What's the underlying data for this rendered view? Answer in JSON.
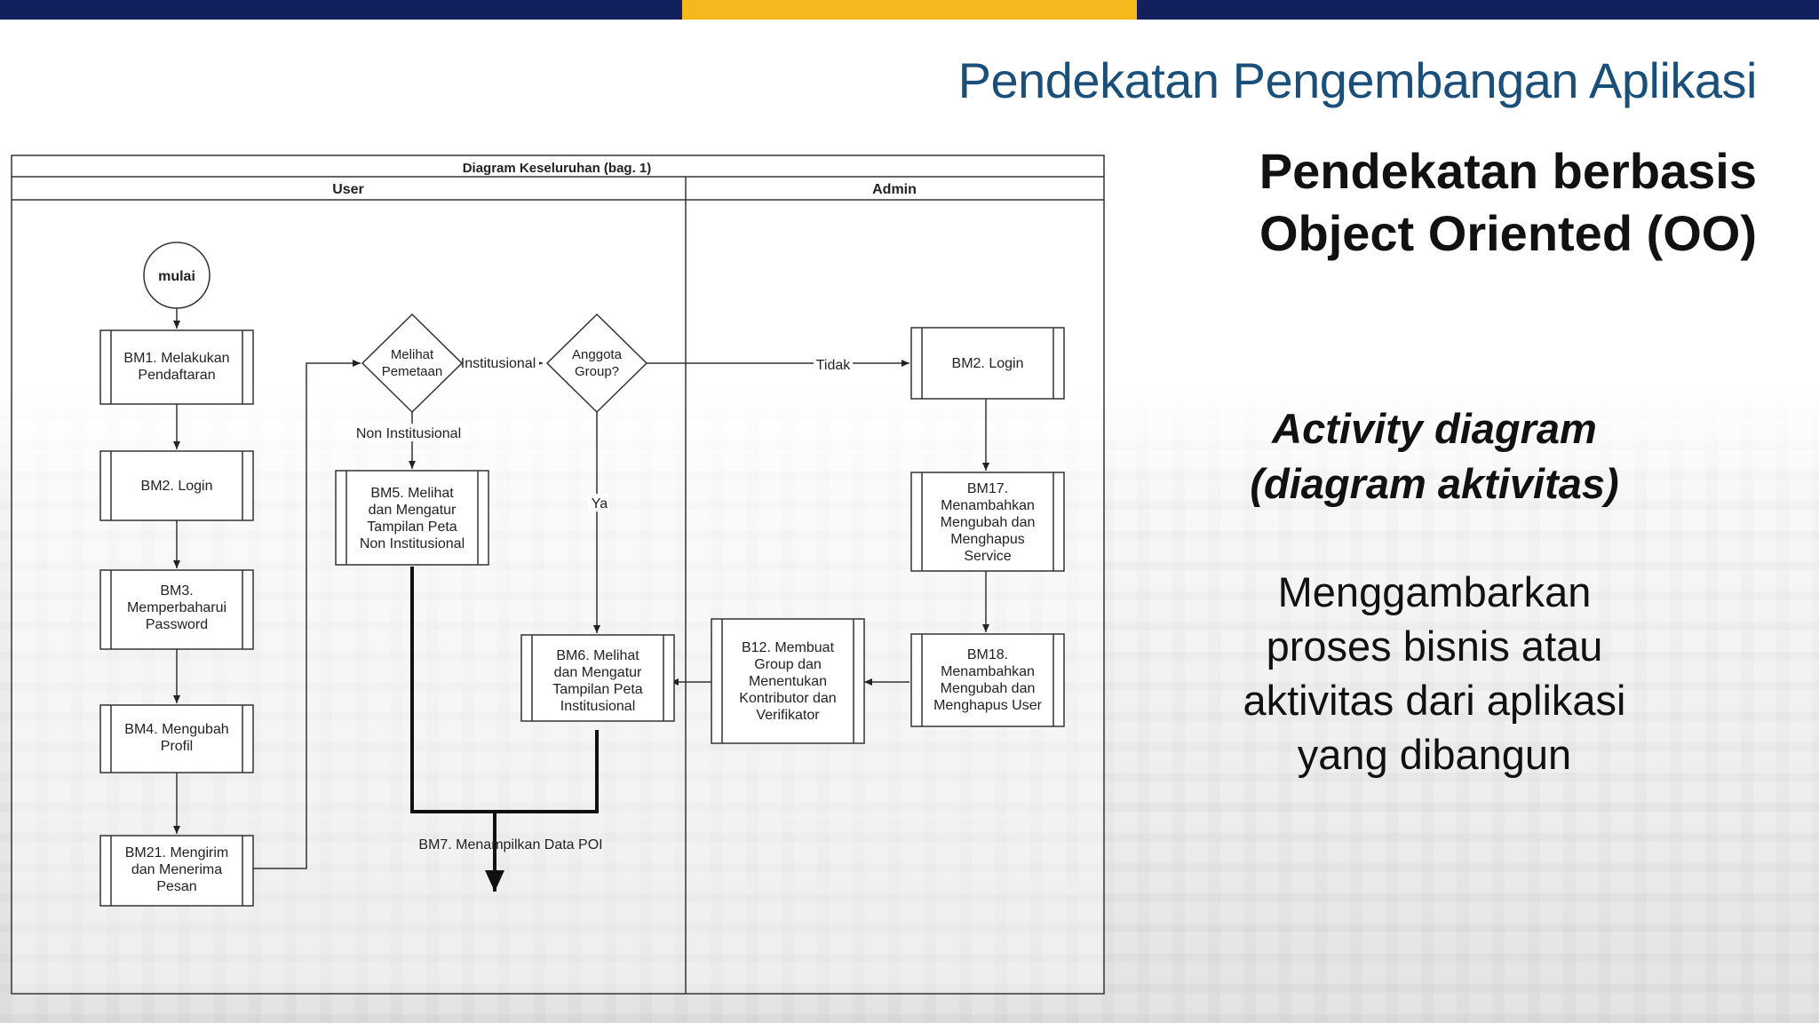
{
  "slide": {
    "title": "Pendekatan Pengembangan Aplikasi",
    "subtitle_lines": [
      "Pendekatan berbasis",
      "Object Oriented (OO)"
    ],
    "activity_lines": [
      "Activity diagram",
      "(diagram aktivitas)"
    ],
    "description_lines": [
      "Menggambarkan",
      "proses bisnis atau",
      "aktivitas dari aplikasi",
      "yang dibangun"
    ],
    "colors": {
      "navy": "#13205e",
      "gold": "#f5b91d",
      "title_blue": "#1a4f7a"
    }
  },
  "diagram": {
    "title": "Diagram Keseluruhan (bag. 1)",
    "lanes": {
      "user": "User",
      "admin": "Admin"
    },
    "start": "mulai",
    "nodes": {
      "bm1": [
        "BM1. Melakukan",
        "Pendaftaran"
      ],
      "bm2_user": [
        "BM2. Login"
      ],
      "bm3": [
        "BM3.",
        "Memperbaharui",
        "Password"
      ],
      "bm4": [
        "BM4. Mengubah",
        "Profil"
      ],
      "bm21": [
        "BM21. Mengirim",
        "dan Menerima",
        "Pesan"
      ],
      "bm5": [
        "BM5. Melihat",
        "dan Mengatur",
        "Tampilan Peta",
        "Non Institusional"
      ],
      "bm6": [
        "BM6. Melihat",
        "dan Mengatur",
        "Tampilan Peta",
        "Institusional"
      ],
      "bm2_admin": [
        "BM2. Login"
      ],
      "bm17": [
        "BM17.",
        "Menambahkan",
        "Mengubah dan",
        "Menghapus",
        "Service"
      ],
      "bm18": [
        "BM18.",
        "Menambahkan",
        "Mengubah dan",
        "Menghapus User"
      ],
      "b12": [
        "B12. Membuat",
        "Group dan",
        "Menentukan",
        "Kontributor dan",
        "Verifikator"
      ]
    },
    "decisions": {
      "pemetaan": [
        "Melihat",
        "Pemetaan"
      ],
      "group": [
        "Anggota",
        "Group?"
      ]
    },
    "edge_labels": {
      "institusional": "Institusional",
      "non_institusional": "Non Institusional",
      "ya": "Ya",
      "tidak": "Tidak"
    },
    "final_label": "BM7. Menampilkan Data POI"
  }
}
